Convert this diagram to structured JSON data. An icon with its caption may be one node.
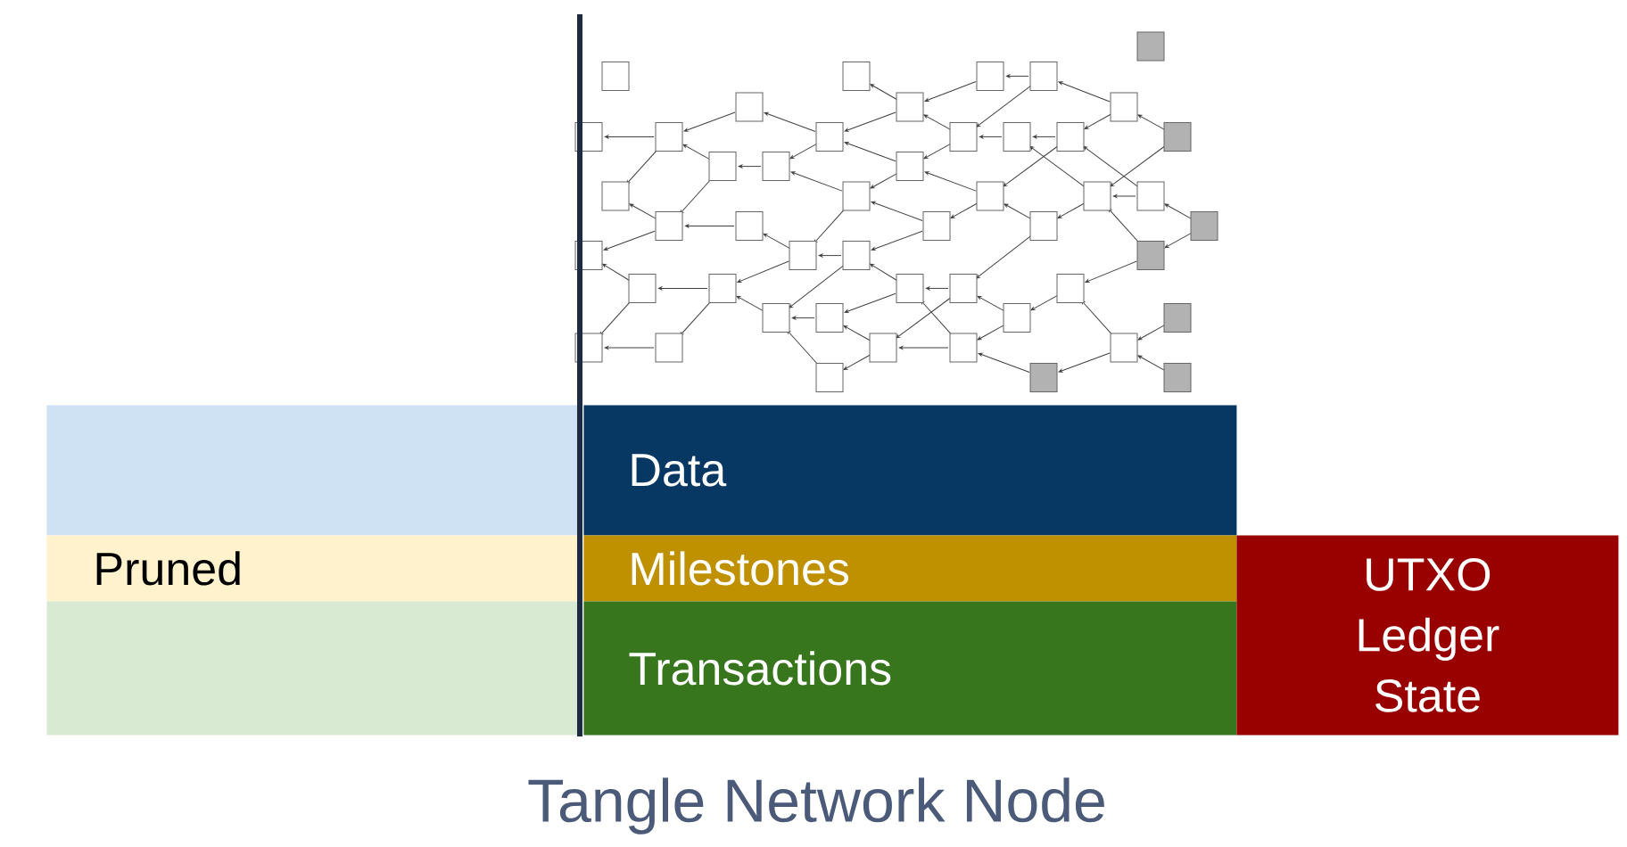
{
  "diagram": {
    "title": "Tangle Network Node",
    "nodes": [
      {
        "text": [],
        "shape": "box"
      },
      {
        "text": [
          "Pruned"
        ]
      },
      {
        "text": [],
        "shape": "box"
      },
      {
        "text": [
          "Data"
        ]
      },
      {
        "text": [
          "Milestones"
        ]
      },
      {
        "text": [
          "Transactions"
        ]
      },
      {
        "text": [
          "UTXO Ledger State"
        ]
      }
    ],
    "edges": []
  }
}
